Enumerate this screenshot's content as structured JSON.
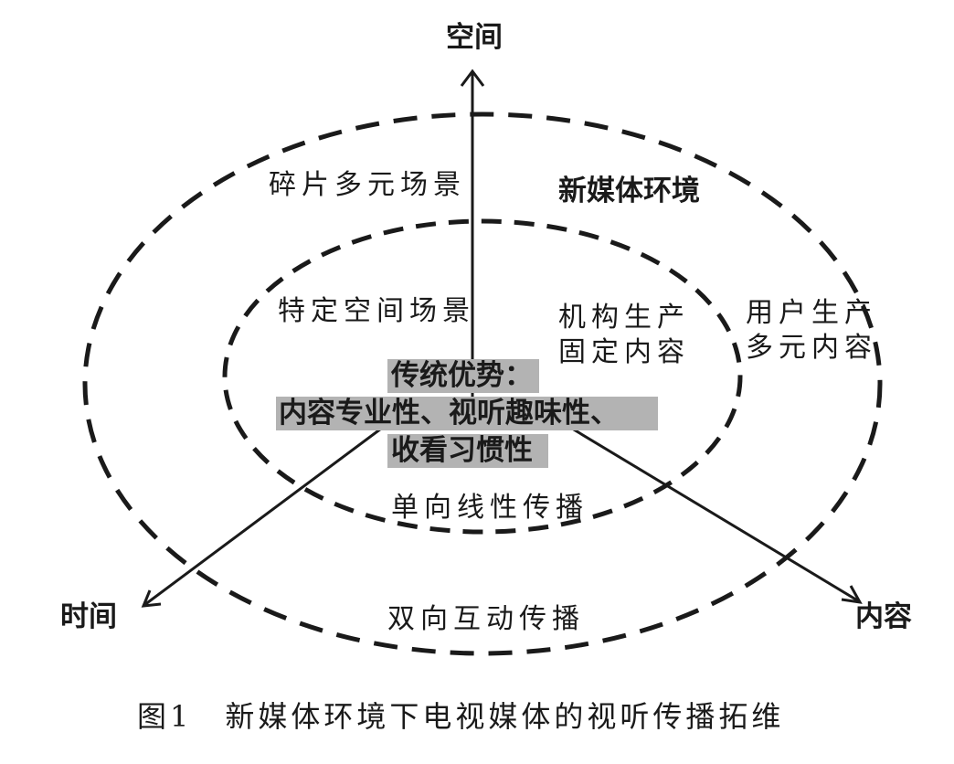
{
  "axes": {
    "space": "空间",
    "time": "时间",
    "content": "内容"
  },
  "outer_ellipse": {
    "label": "新媒体环境",
    "scene": "碎片多元场景",
    "producer_line1": "用户生产",
    "producer_line2": "多元内容",
    "propagation": "双向互动传播"
  },
  "inner_ellipse": {
    "scene": "特定空间场景",
    "producer_line1": "机构生产",
    "producer_line2": "固定内容",
    "propagation": "单向线性传播"
  },
  "advantages": {
    "line1": "传统优势：",
    "line2": "内容专业性、视听趣味性、",
    "line3": "收看习惯性"
  },
  "caption": "图1　新媒体环境下电视媒体的视听传播拓维",
  "colors": {
    "ink": "#1a1a1a",
    "highlight": "#b3b3b3",
    "background": "#ffffff"
  }
}
